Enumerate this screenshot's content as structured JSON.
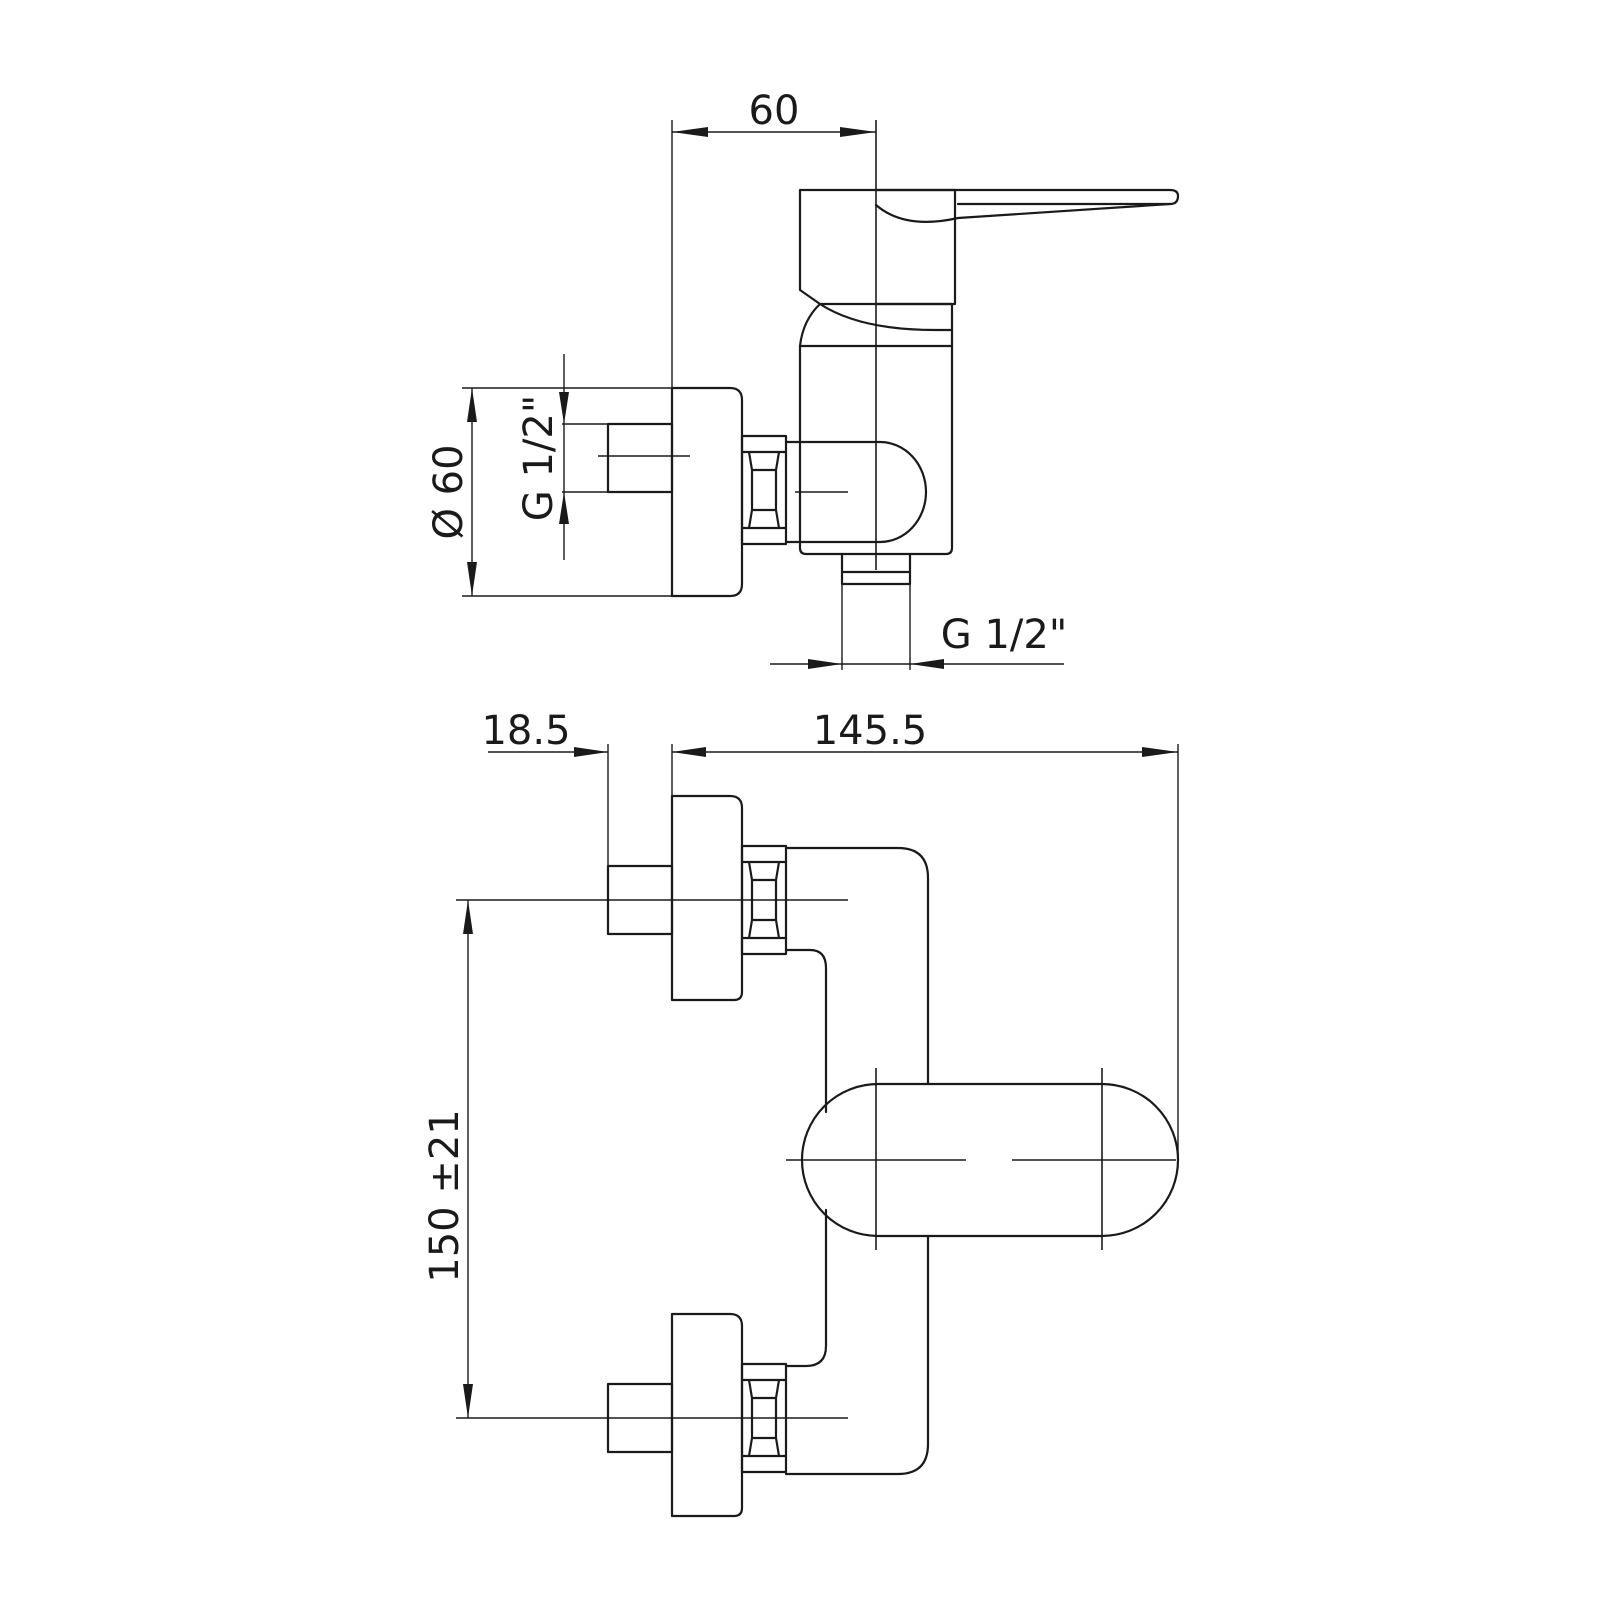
{
  "side_view": {
    "dim_depth": "60",
    "dim_diameter": "Ø 60",
    "dim_inlet_thread": "G  1/2\"",
    "dim_outlet_thread": "G  1/2\""
  },
  "front_view": {
    "dim_offset": "18.5",
    "dim_width": "145.5",
    "dim_centres": "150 ±21"
  }
}
